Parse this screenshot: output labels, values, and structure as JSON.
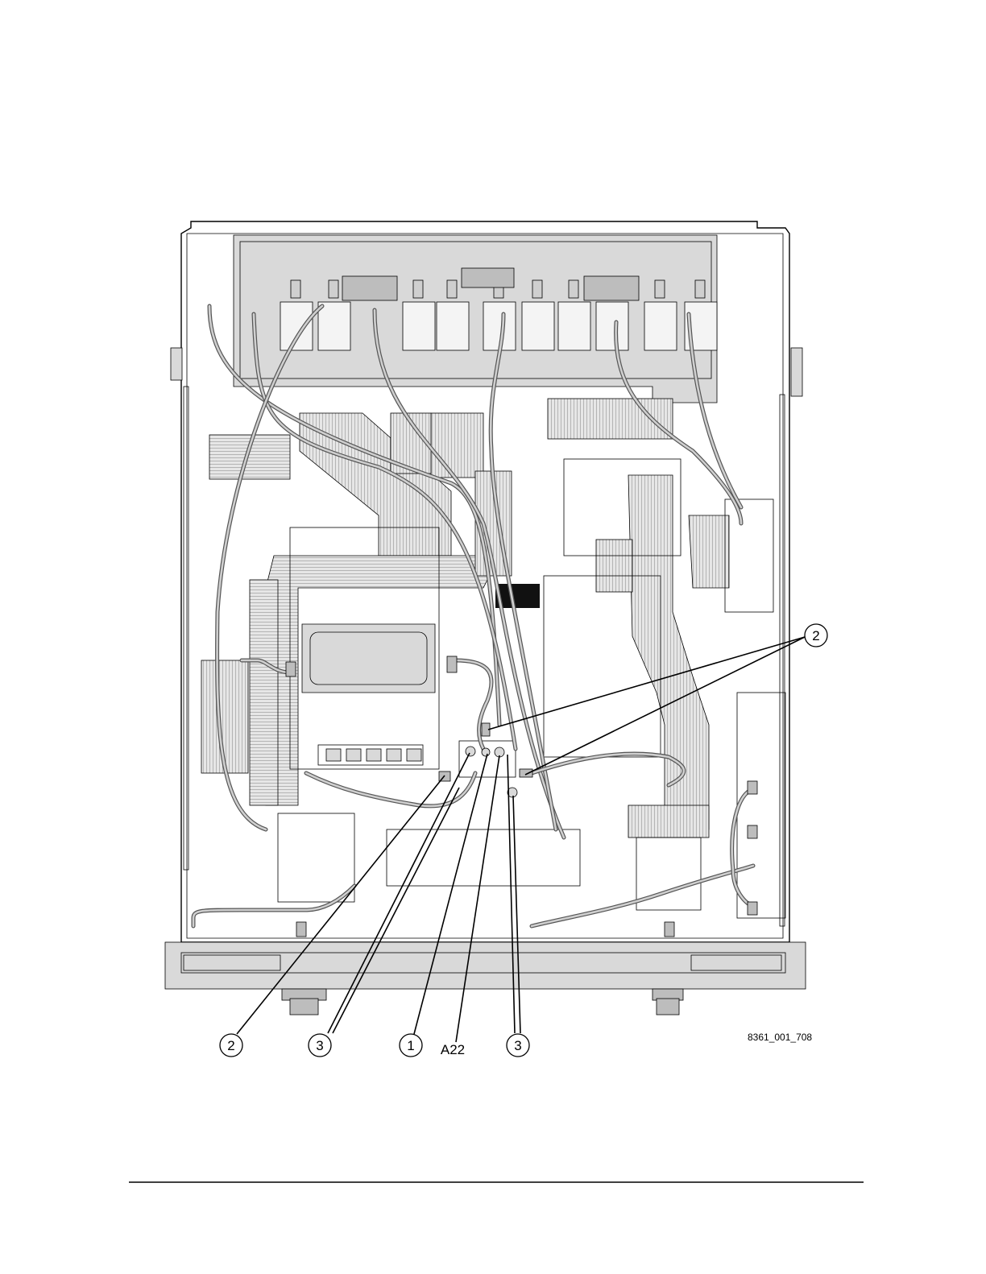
{
  "figure_id": "8361_001_708",
  "assembly_label": "A22",
  "callouts": [
    {
      "id": "c2-right",
      "number": "2"
    },
    {
      "id": "c2-bottom",
      "number": "2"
    },
    {
      "id": "c3-left",
      "number": "3"
    },
    {
      "id": "c1",
      "number": "1"
    },
    {
      "id": "c3-right",
      "number": "3"
    }
  ]
}
